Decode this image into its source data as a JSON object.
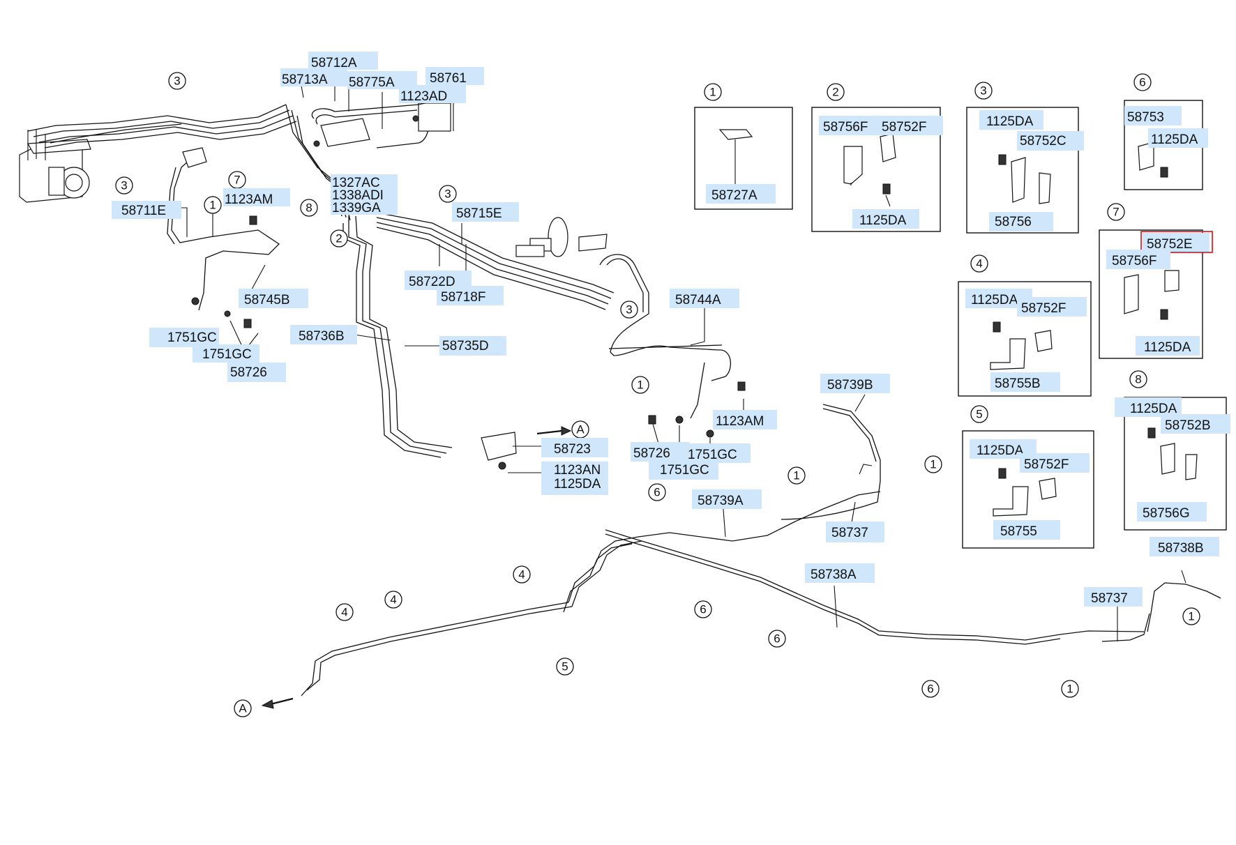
{
  "callouts": [
    "1",
    "2",
    "3",
    "4",
    "5",
    "6",
    "7",
    "8",
    "A"
  ],
  "labels": {
    "p58712A": "58712A",
    "p58713A": "58713A",
    "p58775A": "58775A",
    "p58761": "58761",
    "p1123AD": "1123AD",
    "p1327AC": "1327AC",
    "p1338AD": "1338ADI",
    "p1339GA": "1339GA",
    "p1123AM_a": "1123AM",
    "p58711E": "58711E",
    "p58745B": "58745B",
    "p1751GC_a": "1751GC",
    "p1751GC_b": "1751GC",
    "p58726_a": "58726",
    "p58715E": "58715E",
    "p58722D": "58722D",
    "p58718F": "58718F",
    "p58736B": "58736B",
    "p58735D": "58735D",
    "p58744A": "58744A",
    "p1123AM_b": "1123AM",
    "p58723": "58723",
    "p1123AN": "1123AN",
    "p1125DA_a": "1125DA",
    "p58726_b": "58726",
    "p1751GC_c": "1751GC",
    "p1751GC_d": "1751GC",
    "p58739B": "58739B",
    "p58739A": "58739A",
    "p58737_a": "58737",
    "p58738A": "58738A",
    "p58738B": "58738B",
    "p58737_b": "58737",
    "box1_58727A": "58727A",
    "box2_58756F": "58756F",
    "box2_58752F": "58752F",
    "box2_1125DA": "1125DA",
    "box3_1125DA": "1125DA",
    "box3_58752C": "58752C",
    "box3_58756": "58756",
    "box6_58753": "58753",
    "box6_1125DA": "1125DA",
    "box7_58752E": "58752E",
    "box7_58756F": "58756F",
    "box7_1125DA": "1125DA",
    "box4_1125DA": "1125DA",
    "box4_58752F": "58752F",
    "box4_58755B": "58755B",
    "box8_1125DA": "1125DA",
    "box8_58752B": "58752B",
    "box8_58756G": "58756G",
    "box5_1125DA": "1125DA",
    "box5_58752F": "58752F",
    "box5_58755": "58755"
  },
  "colors": {
    "label_highlight": "#cfe6fb",
    "selection_outline": "#e0262d"
  }
}
